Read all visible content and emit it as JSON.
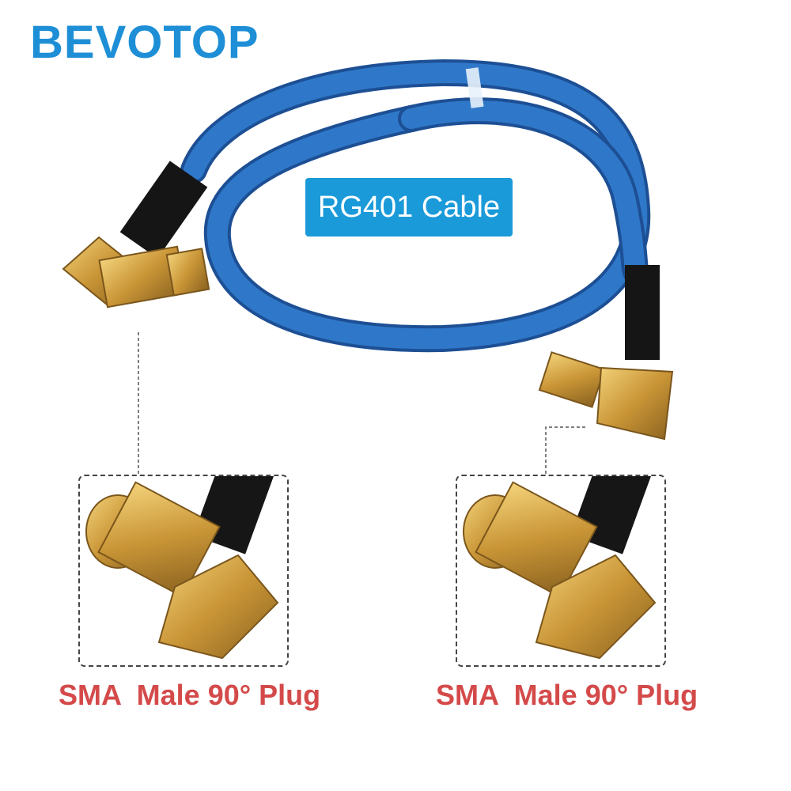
{
  "brand": {
    "name": "BEVOTOP"
  },
  "cable": {
    "label": "RG401 Cable",
    "color": "#2f6fbf"
  },
  "connectors": [
    {
      "caption": "SMA  Male 90° Plug",
      "icon": "right-angle-sma-connector-icon"
    },
    {
      "caption": "SMA  Male 90° Plug",
      "icon": "right-angle-sma-connector-icon"
    }
  ],
  "colors": {
    "brand": "#1e8fd6",
    "badge": "#1a9ad9",
    "caption": "#d44a4a",
    "gold": "#d8a23a"
  }
}
